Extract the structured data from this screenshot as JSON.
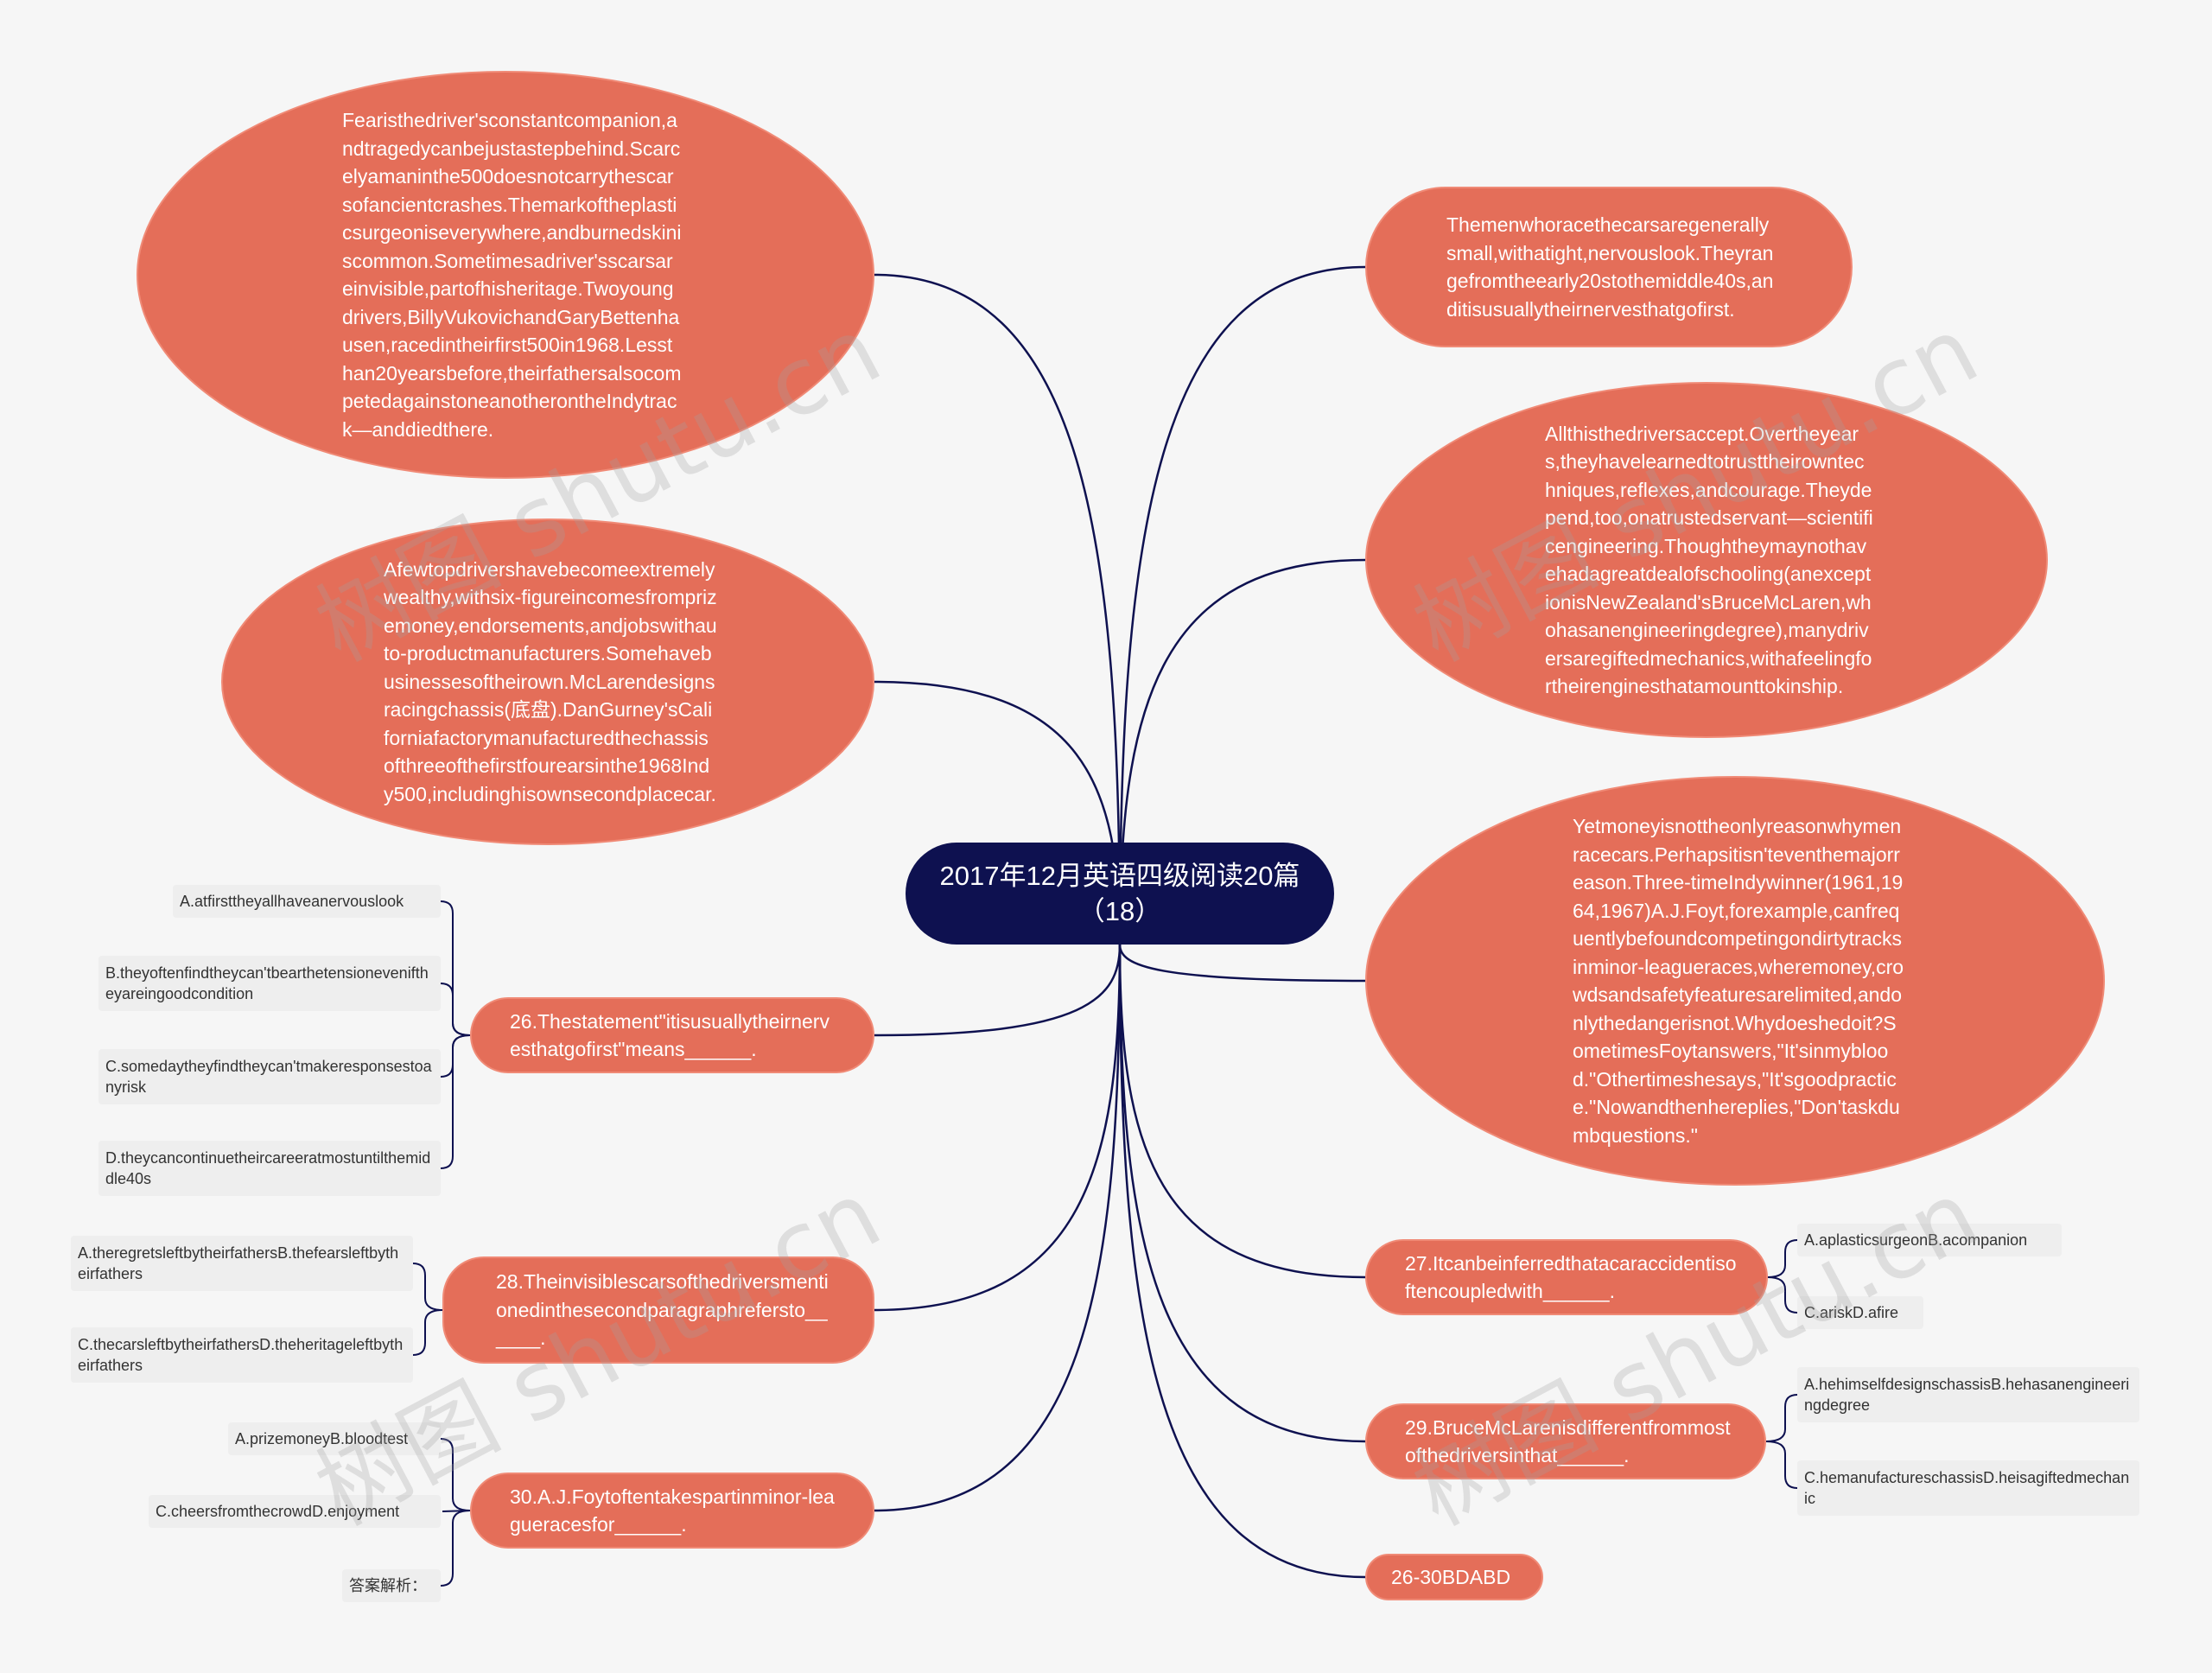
{
  "center": {
    "title": "2017年12月英语四级阅读20篇（18）"
  },
  "passages": {
    "p1": "Fearisthedriver'sconstantcompanion,andtragedycanbejustastepbehind.Scarcelyamaninthe500doesnotcarrythescarsofancientcrashes.Themarkoftheplasticsurgeoniseverywhere,andburnedskiniscommon.Sometimesadriver'sscarsareinvisible,partofhisheritage.Twoyoungdrivers,BillyVukovichandGaryBettenhausen,racedintheirfirst500in1968.Lessthan20yearsbefore,theirfathersalsocompetedagainstoneanotherontheIndytrack—anddiedthere.",
    "p2": "Afewtopdrivershavebecomeextremelywealthy,withsix-figureincomesfromprizemoney,endorsements,andjobswithauto-productmanufacturers.Somehavebusinessesoftheirown.McLarendesignsracingchassis(底盘).DanGurney'sCaliforniafactorymanufacturedthechassisofthreeofthefirstfourearsinthe1968Indy500,includinghisownsecondplacecar.",
    "p3": "Themenwhoracethecarsaregenerallysmall,withatight,nervouslook.Theyrangefromtheearly20stothemiddle40s,anditisusuallytheirnervesthatgofirst.",
    "p4": "Allthisthedriversaccept.Overtheyears,theyhavelearnedtotrusttheirowntechniques,reflexes,andcourage.Theydepend,too,onatrustedservant—scientificengineering.Thoughtheymaynothavehadagreatdealofschooling(anexceptionisNewZealand'sBruceMcLaren,whohasanengineeringdegree),manydriversaregiftedmechanics,withafeelingfortheirenginesthatamounttokinship.",
    "p5": "Yetmoneyisnottheonlyreasonwhymenracecars.Perhapsitisn'teventhemajorreason.Three-timeIndywinner(1961,1964,1967)A.J.Foyt,forexample,canfrequentlybefoundcompetingondirtytracksinminor-leagueraces,wheremoney,crowdsandsafetyfeaturesarelimited,andonlythedangerisnot.Whydoeshedoit?SometimesFoytanswers,\"It'sinmyblood.\"Othertimeshesays,\"It'sgoodpractice.\"Nowandthenhereplies,\"Don'taskdumbquestions.\""
  },
  "questions": {
    "q26": {
      "text": "26.Thestatement\"itisusuallytheirnervesthatgofirst\"means______.",
      "options": [
        "A.atfirsttheyallhaveanervouslook",
        "B.theyoftenfindtheycan'tbearthetensioneveniftheyareingoodcondition",
        "C.somedaytheyfindtheycan'tmakeresponsestoanyrisk",
        "D.theycancontinuetheircareeratmostuntilthemiddle40s"
      ]
    },
    "q27": {
      "text": "27.Itcanbeinferredthatacaraccidentisoftencoupledwith______.",
      "options": [
        "A.aplasticsurgeonB.acompanion",
        "C.ariskD.afire"
      ]
    },
    "q28": {
      "text": "28.Theinvisiblescarsofthedriversmentionedinthesecondparagraphrefersto______.",
      "options": [
        "A.theregretsleftbytheirfathersB.thefearsleftbytheirfathers",
        "C.thecarsleftbytheirfathersD.theheritageleftbytheirfathers"
      ]
    },
    "q29": {
      "text": "29.BruceMcLarenisdifferentfrommostofthedriversinthat______.",
      "options": [
        "A.hehimselfdesignschassisB.hehasanengineeringdegree",
        "C.hemanufactureschassisD.heisagiftedmechanic"
      ]
    },
    "q30": {
      "text": "30.A.J.Foytoftentakespartinminor-leagueracesfor______.",
      "options": [
        "A.prizemoneyB.bloodtest",
        "C.cheersfromthecrowdD.enjoyment",
        "答案解析："
      ]
    }
  },
  "answer": {
    "text": "26-30BDABD"
  },
  "watermark": {
    "text": "树图 shutu.cn"
  },
  "colors": {
    "center": "#0e1150",
    "node": "#e46e59",
    "leaf": "#eeeeee",
    "line": "#0e1150",
    "background": "#f6f6f6"
  }
}
